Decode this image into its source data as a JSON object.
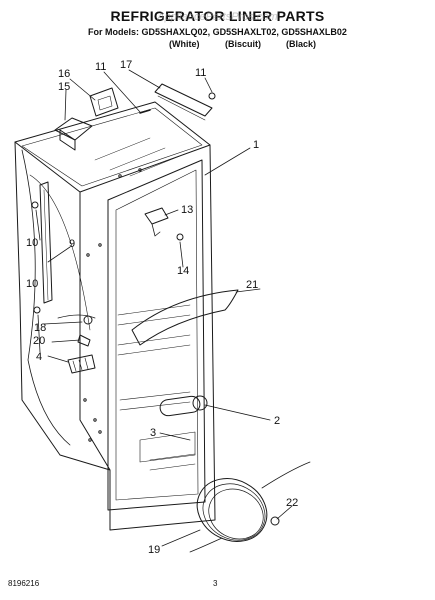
{
  "title": "REFRIGERATOR LINER PARTS",
  "watermark": "AppliancePartsPros.com",
  "models_line": "For Models: GD5SHAXLQ02, GD5SHAXLT02, GD5SHAXLB02",
  "colors": [
    "(White)",
    "(Biscuit)",
    "(Black)"
  ],
  "callouts": [
    "1",
    "2",
    "3",
    "4",
    "9",
    "10",
    "10",
    "11",
    "11",
    "13",
    "14",
    "15",
    "16",
    "17",
    "18",
    "19",
    "20",
    "21",
    "22"
  ],
  "footer": {
    "part_number": "8196216",
    "page": "3"
  }
}
